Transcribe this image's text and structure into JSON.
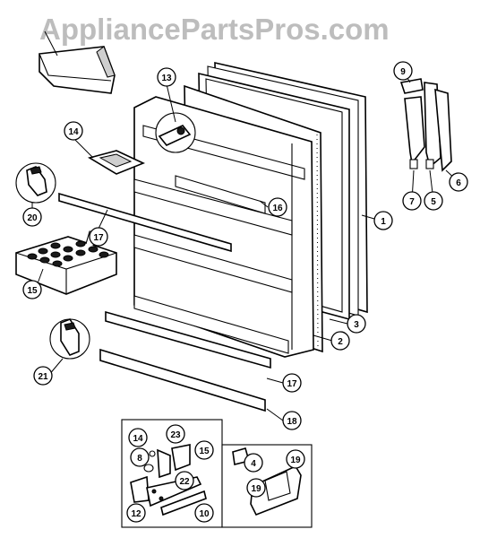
{
  "watermark": "AppliancePartsPros.com",
  "callouts": [
    {
      "id": "1",
      "label": "1"
    },
    {
      "id": "2",
      "label": "2"
    },
    {
      "id": "3",
      "label": "3"
    },
    {
      "id": "4",
      "label": "4"
    },
    {
      "id": "5",
      "label": "5"
    },
    {
      "id": "6",
      "label": "6"
    },
    {
      "id": "7",
      "label": "7"
    },
    {
      "id": "8",
      "label": "8"
    },
    {
      "id": "9",
      "label": "9"
    },
    {
      "id": "10",
      "label": "10"
    },
    {
      "id": "12",
      "label": "12"
    },
    {
      "id": "13",
      "label": "13"
    },
    {
      "id": "14a",
      "label": "14"
    },
    {
      "id": "14b",
      "label": "14"
    },
    {
      "id": "15a",
      "label": "15"
    },
    {
      "id": "15b",
      "label": "15"
    },
    {
      "id": "16",
      "label": "16"
    },
    {
      "id": "17a",
      "label": "17"
    },
    {
      "id": "17b",
      "label": "17"
    },
    {
      "id": "18",
      "label": "18"
    },
    {
      "id": "19a",
      "label": "19"
    },
    {
      "id": "19b",
      "label": "19"
    },
    {
      "id": "20",
      "label": "20"
    },
    {
      "id": "21",
      "label": "21"
    },
    {
      "id": "22",
      "label": "22"
    },
    {
      "id": "23",
      "label": "23"
    }
  ]
}
